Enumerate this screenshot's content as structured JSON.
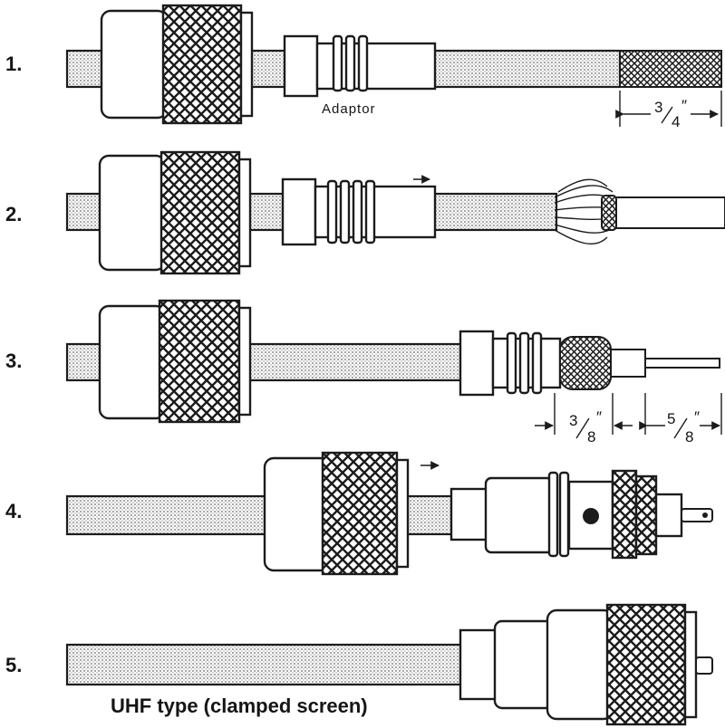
{
  "figure": {
    "title": "UHF type (clamped screen)",
    "steps": [
      {
        "number": "1.",
        "caption": "Adaptor",
        "dimension": {
          "num": "3",
          "den": "4",
          "unit": "″"
        }
      },
      {
        "number": "2."
      },
      {
        "number": "3.",
        "dimensions": [
          {
            "num": "3",
            "den": "8",
            "unit": "″"
          },
          {
            "num": "5",
            "den": "8",
            "unit": "″"
          }
        ]
      },
      {
        "number": "4."
      },
      {
        "number": "5."
      }
    ]
  },
  "colors": {
    "ink": "#1c1c1c",
    "paper": "#ffffff",
    "jacket_tint": "#d9d9d9"
  }
}
